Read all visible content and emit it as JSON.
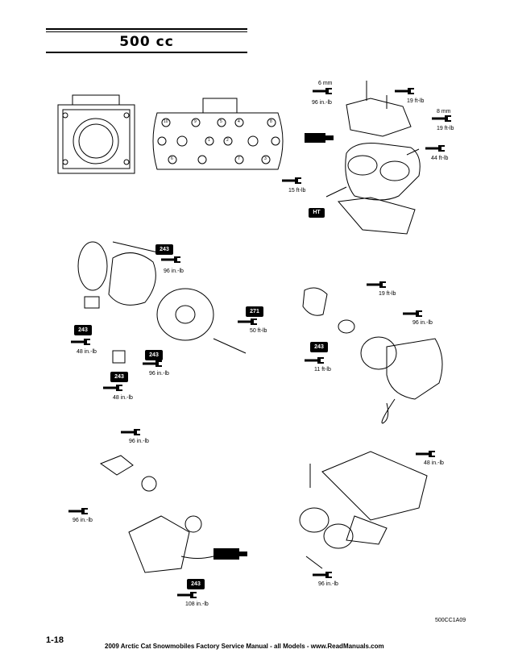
{
  "header": {
    "title": "500 cc"
  },
  "labels": {
    "mm6": "6 mm",
    "in96_top": "96 in.-lb",
    "ft19_top": "19 ft-lb",
    "mm8": "8 mm",
    "ft19_b": "19 ft-lb",
    "ft44": "44 ft-lb",
    "ft15": "15 ft-lb",
    "ht": "HT",
    "b243_a": "243",
    "in96_mag": "96 in.-lb",
    "b271": "271",
    "ft50": "50 ft-lb",
    "b243_b": "243",
    "in48_a": "48 in.-lb",
    "b243_c": "243",
    "in96_c": "96 in.-lb",
    "b243_d": "243",
    "in48_b": "48 in.-lb",
    "ft19_recoil": "19 ft-lb",
    "in96_recoil": "96 in.-lb",
    "b243_e": "243",
    "ft11": "11 ft-lb",
    "in96_water_top": "96 in.-lb",
    "in96_water_left": "96 in.-lb",
    "b243_f": "243",
    "in108": "108 in.-lb",
    "in48_intake": "48 in.-lb",
    "in96_intake": "96 in.-lb"
  },
  "cylinder_sequence": [
    "10",
    "9",
    "5",
    "4",
    "8",
    "1",
    "2",
    "6",
    "7",
    "3"
  ],
  "figure_code": "500CC1A09",
  "page_number": "1-18",
  "footer": {
    "text": "2009 Arctic Cat Snowmobiles Factory Service Manual - all Models  -  www.ReadManuals.com"
  }
}
